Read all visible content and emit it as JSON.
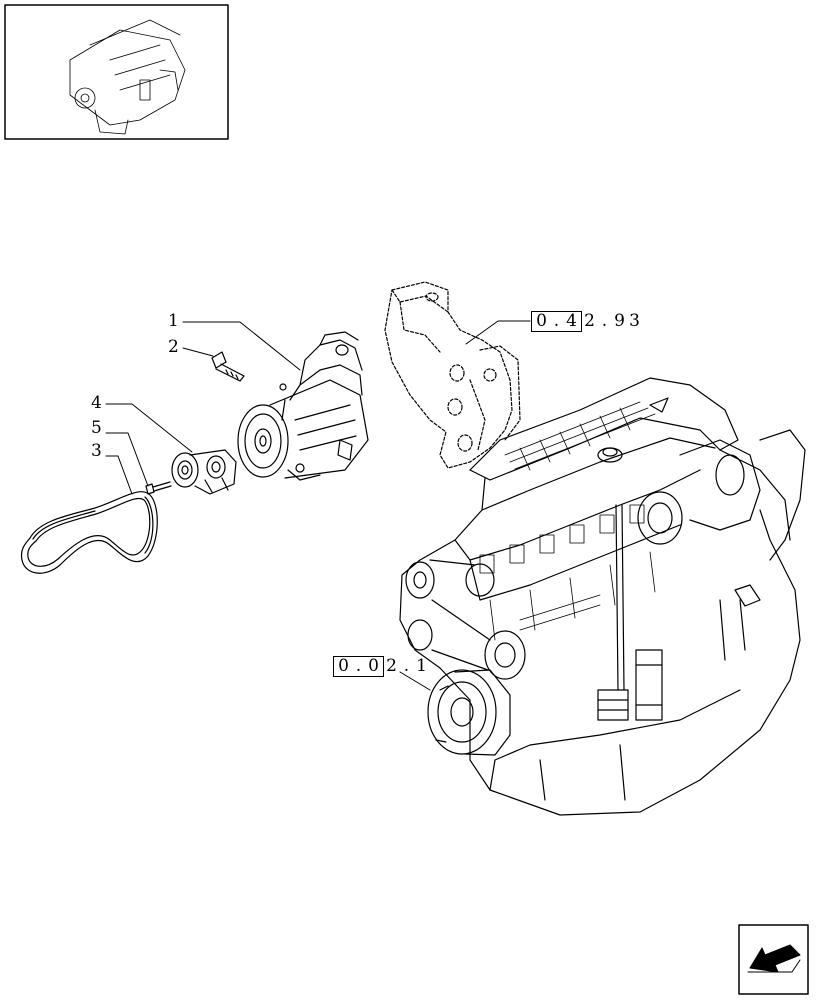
{
  "callouts": [
    {
      "id": "1",
      "text": "1"
    },
    {
      "id": "2",
      "text": "2"
    },
    {
      "id": "3",
      "text": "3"
    },
    {
      "id": "4",
      "text": "4"
    },
    {
      "id": "5",
      "text": "5"
    }
  ],
  "references": {
    "bracket_ref": {
      "boxed": [
        "0",
        ".",
        "4"
      ],
      "rest": [
        "2",
        ".",
        "9",
        "3"
      ]
    },
    "crank_ref": {
      "boxed": [
        "0",
        ".",
        "0"
      ],
      "rest": [
        "2",
        ".",
        "1"
      ]
    }
  },
  "icons": {
    "thumbnail": "engine-thumbnail",
    "nav": "back-arrow-icon"
  }
}
